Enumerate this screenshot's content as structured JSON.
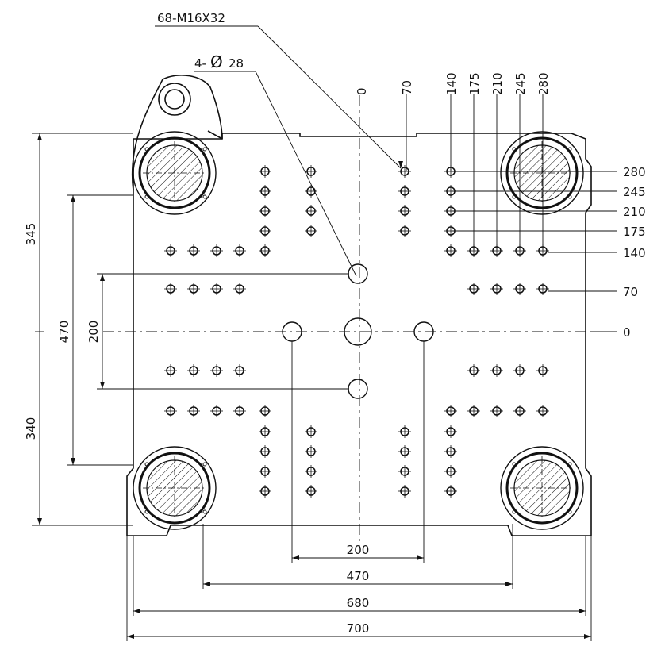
{
  "annotations": {
    "bolt_callout": "68-M16X32",
    "hole_callout_prefix": "4-",
    "hole_callout_symbol": "Ø",
    "hole_callout_value": "28"
  },
  "top_labels": [
    "0",
    "70",
    "140",
    "175",
    "210",
    "245",
    "280"
  ],
  "right_labels": [
    "280",
    "245",
    "210",
    "175",
    "140",
    "70",
    "0"
  ],
  "left_dims": {
    "upper": "345",
    "lower": "340",
    "mid": "470",
    "inner": "200"
  },
  "bottom_dims": [
    "200",
    "470",
    "680",
    "700"
  ],
  "colors": {
    "line": "#111111",
    "background": "#ffffff"
  }
}
